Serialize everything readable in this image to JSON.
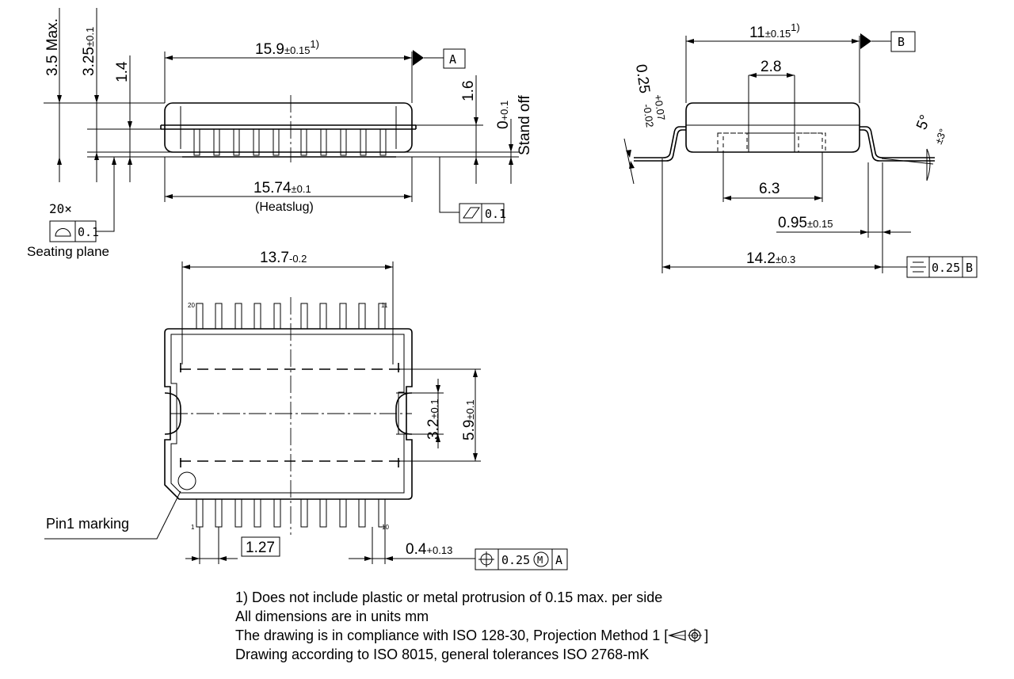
{
  "side_view": {
    "dim_height_max": "3.5 Max.",
    "dim_body_height": "3.25",
    "dim_body_height_tol": "±0.1",
    "dim_lead_height": "1.4",
    "dim_length": "15.9",
    "dim_length_tol": "±0.15",
    "dim_length_note": "1)",
    "datum_a": "A",
    "dim_lead_dist": "1.6",
    "dim_standoff": "0",
    "dim_standoff_tol": "+0.1",
    "standoff_label": "Stand off",
    "dim_heatslug": "15.74",
    "dim_heatslug_tol": "±0.1",
    "heatslug_label": "(Heatslug)",
    "flatness_value": "0.1",
    "count_label": "20×",
    "coplanarity_value": "0.1",
    "seating_plane_label": "Seating plane"
  },
  "end_view": {
    "dim_width": "11",
    "dim_width_tol": "±0.15",
    "dim_width_note": "1)",
    "datum_b": "B",
    "dim_slug_width": "2.8",
    "dim_lead_thickness": "0.25",
    "dim_lead_thickness_tol_upper": "+0.07",
    "dim_lead_thickness_tol_lower": "-0.02",
    "dim_angle": "5°",
    "dim_angle_tol": "±3°",
    "dim_pad_width": "6.3",
    "dim_foot_length": "0.95",
    "dim_foot_length_tol": "±0.15",
    "dim_total_width": "14.2",
    "dim_total_width_tol": "±0.3",
    "symmetry_value": "0.25",
    "symmetry_datum": "B"
  },
  "top_view": {
    "dim_slug_length": "13.7",
    "dim_slug_length_tol": "-0.2",
    "dim_inner_width": "3.2",
    "dim_inner_width_tol": "±0.1",
    "dim_slug_outer_width": "5.9",
    "dim_slug_outer_width_tol": "±0.1",
    "pin1_label": "Pin1 marking",
    "pin_first_top": "20",
    "pin_last_top": "11",
    "pin_first_bottom": "1",
    "pin_last_bottom": "10",
    "dim_pitch": "1.27",
    "dim_lead_width": "0.4",
    "dim_lead_width_tol": "+0.13",
    "position_value": "0.25",
    "position_modifier": "M",
    "position_datum": "A"
  },
  "notes": [
    "1) Does not include plastic or metal protrusion of 0.15 max. per side",
    "All dimensions are in units mm",
    "The drawing is in compliance with ISO 128-30, Projection Method 1 [",
    "]",
    "Drawing according to ISO 8015, general tolerances ISO 2768-mK"
  ]
}
